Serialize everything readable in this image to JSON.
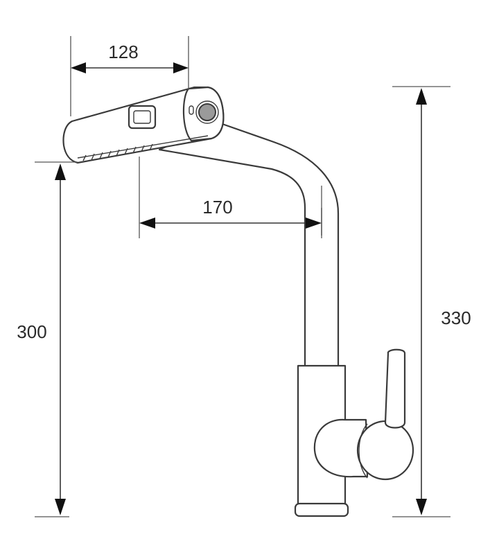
{
  "dimensions": {
    "spout_length": "128",
    "reach": "170",
    "spout_height": "300",
    "total_height": "330"
  },
  "colors": {
    "line": "#3a3a3a",
    "arrow": "#111111",
    "background": "#ffffff"
  }
}
